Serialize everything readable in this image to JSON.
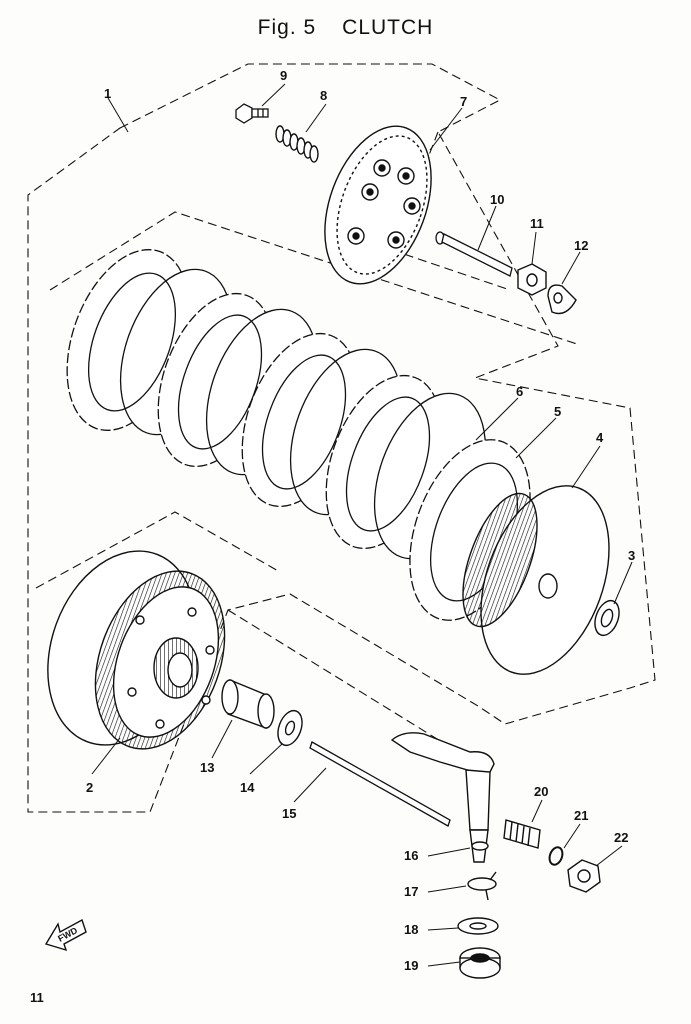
{
  "header": {
    "fig_label": "Fig. 5",
    "title": "CLUTCH"
  },
  "page_number": "11",
  "fwd_label": "FWD",
  "callouts": [
    {
      "id": "c1",
      "text": "1"
    },
    {
      "id": "c2",
      "text": "2"
    },
    {
      "id": "c3",
      "text": "3"
    },
    {
      "id": "c4",
      "text": "4"
    },
    {
      "id": "c5",
      "text": "5"
    },
    {
      "id": "c6",
      "text": "6"
    },
    {
      "id": "c7",
      "text": "7"
    },
    {
      "id": "c8",
      "text": "8"
    },
    {
      "id": "c9",
      "text": "9"
    },
    {
      "id": "c10",
      "text": "10"
    },
    {
      "id": "c11",
      "text": "11"
    },
    {
      "id": "c12",
      "text": "12"
    },
    {
      "id": "c13",
      "text": "13"
    },
    {
      "id": "c14",
      "text": "14"
    },
    {
      "id": "c15",
      "text": "15"
    },
    {
      "id": "c16",
      "text": "16"
    },
    {
      "id": "c17",
      "text": "17"
    },
    {
      "id": "c18",
      "text": "18"
    },
    {
      "id": "c19",
      "text": "19"
    },
    {
      "id": "c20",
      "text": "20"
    },
    {
      "id": "c21",
      "text": "21"
    },
    {
      "id": "c22",
      "text": "22"
    }
  ],
  "colors": {
    "ink": "#111111",
    "paper": "#fdfdfb"
  }
}
